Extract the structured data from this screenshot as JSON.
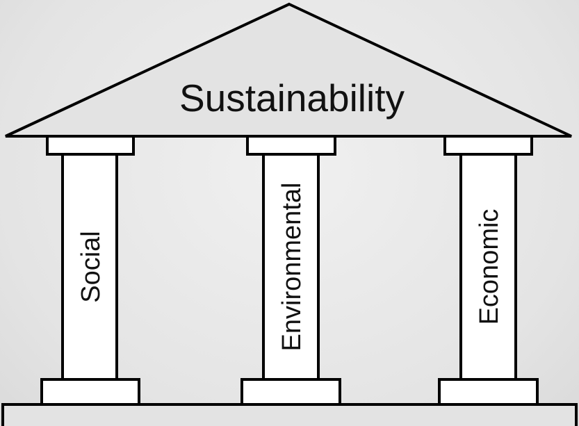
{
  "diagram": {
    "roof_label": "Sustainability",
    "pillars": [
      {
        "label": "Social"
      },
      {
        "label": "Environmental"
      },
      {
        "label": "Economic"
      }
    ],
    "colors": {
      "background": "#e6e6e6",
      "roof_fill": "#e3e3e3",
      "pillar_fill": "#ffffff",
      "outline": "#000000",
      "text": "#111111"
    }
  }
}
